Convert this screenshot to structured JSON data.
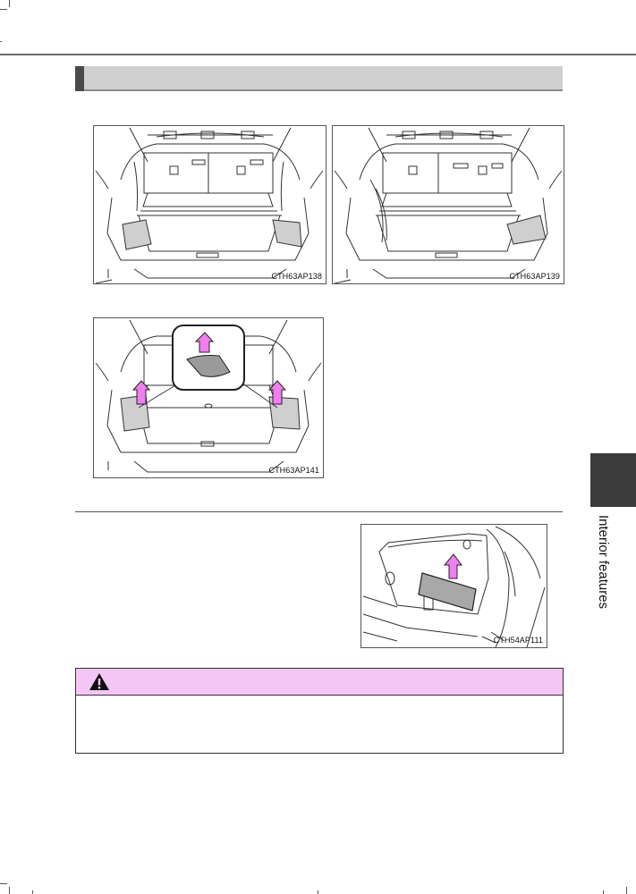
{
  "figures": [
    {
      "code": "CTH63AP138",
      "icon": "cargo-area-side-boxes-open-illustration"
    },
    {
      "code": "CTH63AP139",
      "icon": "cargo-area-side-box-lid-open-illustration"
    },
    {
      "code": "CTH63AP141",
      "icon": "deck-board-lift-illustration"
    },
    {
      "code": "CTH54AP111",
      "icon": "side-panel-removal-illustration"
    }
  ],
  "side_tab": {
    "label": "Interior features"
  },
  "caution": {
    "icon": "warning-triangle-icon"
  },
  "colors": {
    "caution_header": "#f5c6f5",
    "arrow": "#f080f0",
    "section_header": "#d0d0d0",
    "side_tab": "#3c3c3c"
  }
}
